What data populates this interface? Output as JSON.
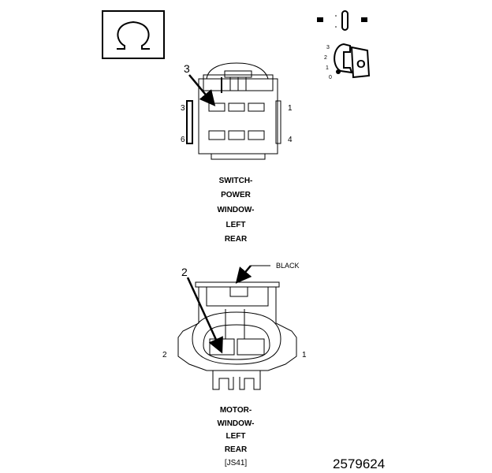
{
  "legend_icon": "omega-ohm-icon",
  "ignition_key": {
    "icon": "ignition-key-icon",
    "positions": [
      "3",
      "2",
      "1",
      "0"
    ],
    "key_label": "O"
  },
  "switch_connector": {
    "callout": "3",
    "pin_labels": {
      "top_left": "3",
      "top_right": "1",
      "bottom_left": "6",
      "bottom_right": "4"
    },
    "name_lines": [
      "SWITCH-",
      "POWER",
      "WINDOW-",
      "LEFT",
      "REAR"
    ]
  },
  "motor_connector": {
    "callout": "2",
    "color_label": "BLACK",
    "pin_labels": {
      "left": "2",
      "right": "1"
    },
    "name_lines": [
      "MOTOR-",
      "WINDOW-",
      "LEFT",
      "REAR",
      "[JS41]"
    ]
  },
  "figure_number": "2579624"
}
